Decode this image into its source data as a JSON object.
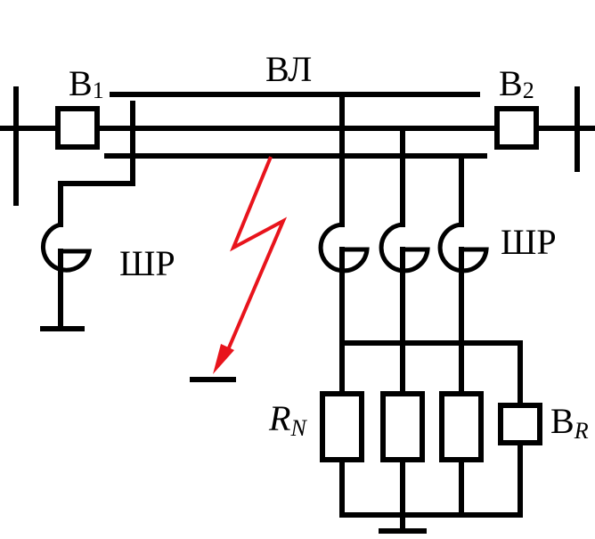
{
  "labels": {
    "breaker1_main": "B",
    "breaker1_sub": "1",
    "line": "ВЛ",
    "breaker2_main": "B",
    "breaker2_sub": "2",
    "reactor_left": "ШР",
    "reactor_right": "ШР",
    "neutral_resistor_main": "R",
    "neutral_resistor_sub": "N",
    "reactor_breaker_main": "B",
    "reactor_breaker_sub": "R"
  },
  "colors": {
    "wire": "#000000",
    "fault_arrow": "#e8141c"
  },
  "icons": {
    "fault": "lightning-arrow-icon",
    "ground": "ground-symbol-icon",
    "reactor": "shunt-reactor-icon",
    "breaker": "breaker-box-icon",
    "resistor": "resistor-box-icon"
  }
}
